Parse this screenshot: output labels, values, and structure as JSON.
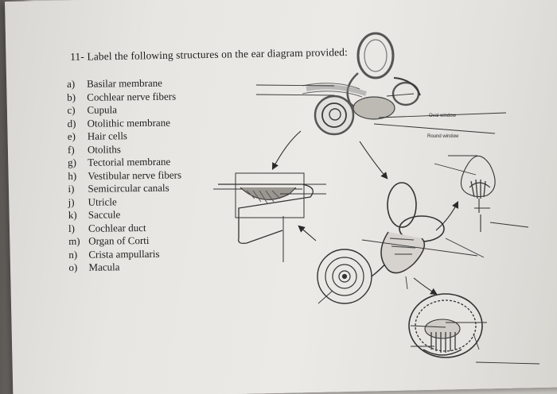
{
  "worksheet": {
    "question": "11- Label the following structures on the ear diagram provided:",
    "items": [
      {
        "letter": "a)",
        "text": "Basilar membrane"
      },
      {
        "letter": "b)",
        "text": "Cochlear nerve fibers"
      },
      {
        "letter": "c)",
        "text": "Cupula"
      },
      {
        "letter": "d)",
        "text": "Otolithic membrane"
      },
      {
        "letter": "e)",
        "text": "Hair cells"
      },
      {
        "letter": "f)",
        "text": "Otoliths"
      },
      {
        "letter": "g)",
        "text": "Tectorial membrane"
      },
      {
        "letter": "h)",
        "text": "Vestibular nerve fibers"
      },
      {
        "letter": "i)",
        "text": "Semicircular canals"
      },
      {
        "letter": "j)",
        "text": "Utricle"
      },
      {
        "letter": "k)",
        "text": "Saccule"
      },
      {
        "letter": "l)",
        "text": "Cochlear duct"
      },
      {
        "letter": "m)",
        "text": "Organ of Corti"
      },
      {
        "letter": "n)",
        "text": "Crista ampullaris"
      },
      {
        "letter": "o)",
        "text": "Macula"
      }
    ]
  },
  "diagram": {
    "oval_window_label": "Oval window",
    "round_window_label": "Round window"
  }
}
